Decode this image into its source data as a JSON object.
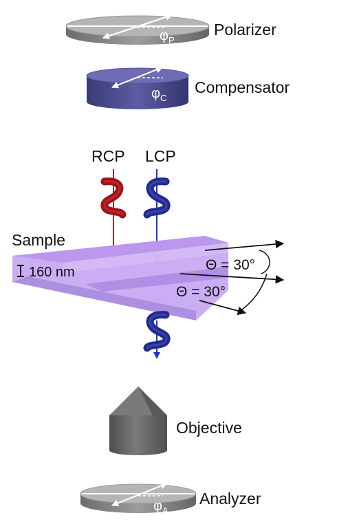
{
  "labels": {
    "polarizer": "Polarizer",
    "compensator": "Compensator",
    "rcp": "RCP",
    "lcp": "LCP",
    "sample": "Sample",
    "thickness": "160 nm",
    "angle_upper": "Θ = 30°",
    "angle_lower": "Θ = 30°",
    "objective": "Objective",
    "analyzer": "Analyzer"
  },
  "angles": {
    "polarizer": {
      "symbol": "φ",
      "subscript": "P"
    },
    "compensator": {
      "symbol": "φ",
      "subscript": "C"
    },
    "analyzer": {
      "symbol": "φ",
      "subscript": "A"
    }
  },
  "colors": {
    "rcp": "#cc1111",
    "lcp": "#2233cc",
    "sample": "#c6a6f2",
    "compensator": "#4c4b8c",
    "polarizer_gray": "#8c8c8c",
    "objective_gray": "#666666",
    "arrow": "#111111"
  }
}
